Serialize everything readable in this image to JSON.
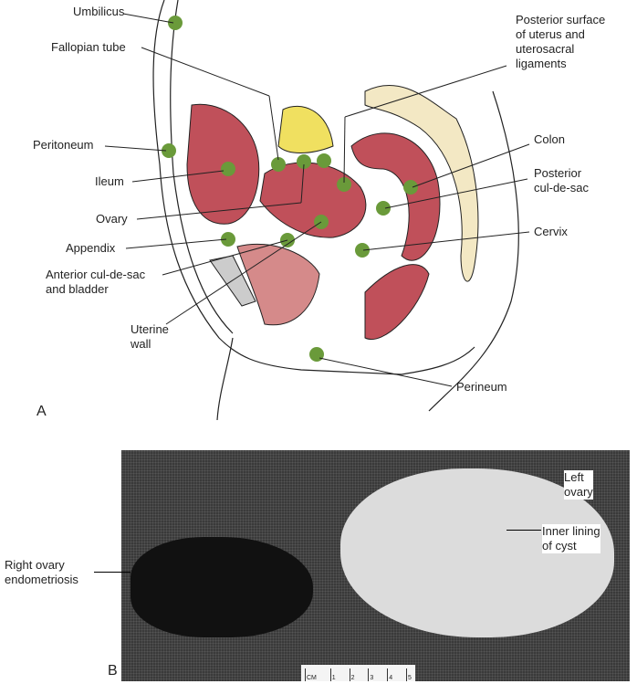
{
  "panel_a": {
    "letter": "A",
    "labels": {
      "umbilicus": "Umbilicus",
      "fallopian_tube": "Fallopian tube",
      "peritoneum": "Peritoneum",
      "ileum": "Ileum",
      "ovary": "Ovary",
      "appendix": "Appendix",
      "anterior_cul_de_sac": "Anterior cul-de-sac\nand bladder",
      "uterine_wall": "Uterine\nwall",
      "posterior_surface": "Posterior surface\nof uterus and\nuterosacral\nligaments",
      "colon": "Colon",
      "posterior_cul_de_sac": "Posterior\ncul-de-sac",
      "cervix": "Cervix",
      "perineum": "Perineum"
    }
  },
  "panel_b": {
    "letter": "B",
    "labels": {
      "left_ovary": "Left\novary",
      "inner_lining": "Inner lining\nof cyst",
      "right_ovary": "Right ovary\nendometriosis"
    },
    "ruler": {
      "unit": "CM",
      "ticks": [
        "1",
        "2",
        "3",
        "4",
        "5"
      ]
    }
  },
  "colors": {
    "tissue": "#c0505a",
    "lesion": "#6a9a3a",
    "sacrum": "#f3e8c4",
    "tube": "#f0e060"
  }
}
